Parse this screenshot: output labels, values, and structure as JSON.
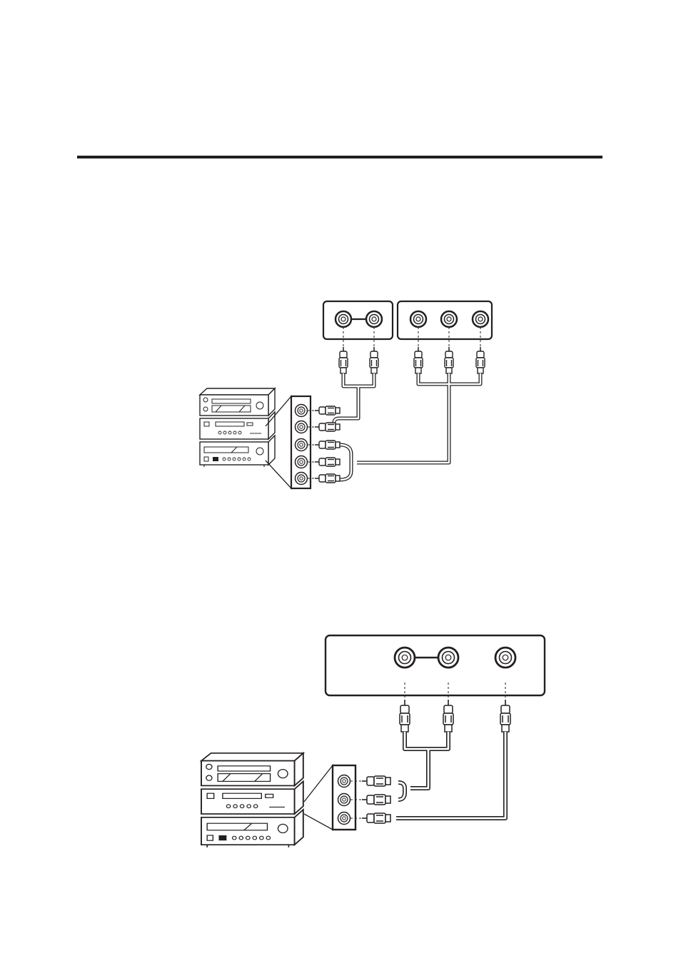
{
  "page": {
    "background": "#ffffff",
    "ink": "#231f20"
  },
  "diagrams": [
    {
      "panel_groups": [
        {
          "jacks": 2,
          "linked": true
        },
        {
          "jacks": 3,
          "linked": false
        }
      ],
      "device_side_jacks": 5,
      "icons": [
        "av-component-stack-icon",
        "rca-plug-icon",
        "rca-jack-icon",
        "cable-icon"
      ]
    },
    {
      "panel_groups": [
        {
          "jacks": 2,
          "linked": true
        },
        {
          "jacks": 1,
          "linked": false
        }
      ],
      "device_side_jacks": 3,
      "icons": [
        "av-component-stack-icon",
        "rca-plug-icon",
        "rca-jack-icon",
        "cable-icon"
      ]
    }
  ]
}
